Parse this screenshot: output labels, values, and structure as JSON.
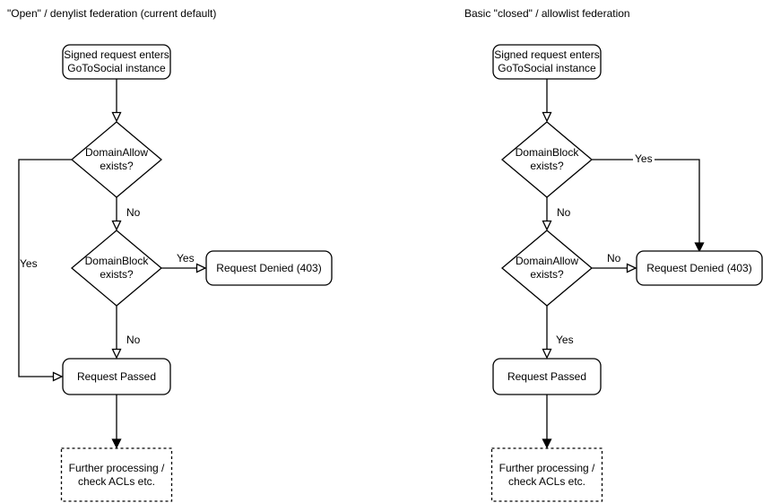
{
  "colors": {
    "stroke": "#000000",
    "fill": "#ffffff",
    "text": "#000000",
    "background": "#ffffff"
  },
  "left": {
    "title": "\"Open\" / denylist federation (current default)",
    "start": "Signed request enters\nGoToSocial instance",
    "decision1": "DomainAllow\nexists?",
    "decision1_yes": "Yes",
    "decision1_no": "No",
    "decision2": "DomainBlock\nexists?",
    "decision2_yes": "Yes",
    "decision2_no": "No",
    "denied": "Request Denied (403)",
    "passed": "Request Passed",
    "further": "Further processing /\ncheck ACLs etc."
  },
  "right": {
    "title": "Basic \"closed\" / allowlist federation",
    "start": "Signed request enters\nGoToSocial instance",
    "decision1": "DomainBlock\nexists?",
    "decision1_yes": "Yes",
    "decision1_no": "No",
    "decision2": "DomainAllow\nexists?",
    "decision2_yes": "Yes",
    "decision2_no": "No",
    "denied": "Request Denied (403)",
    "passed": "Request Passed",
    "further": "Further processing /\ncheck ACLs etc."
  }
}
